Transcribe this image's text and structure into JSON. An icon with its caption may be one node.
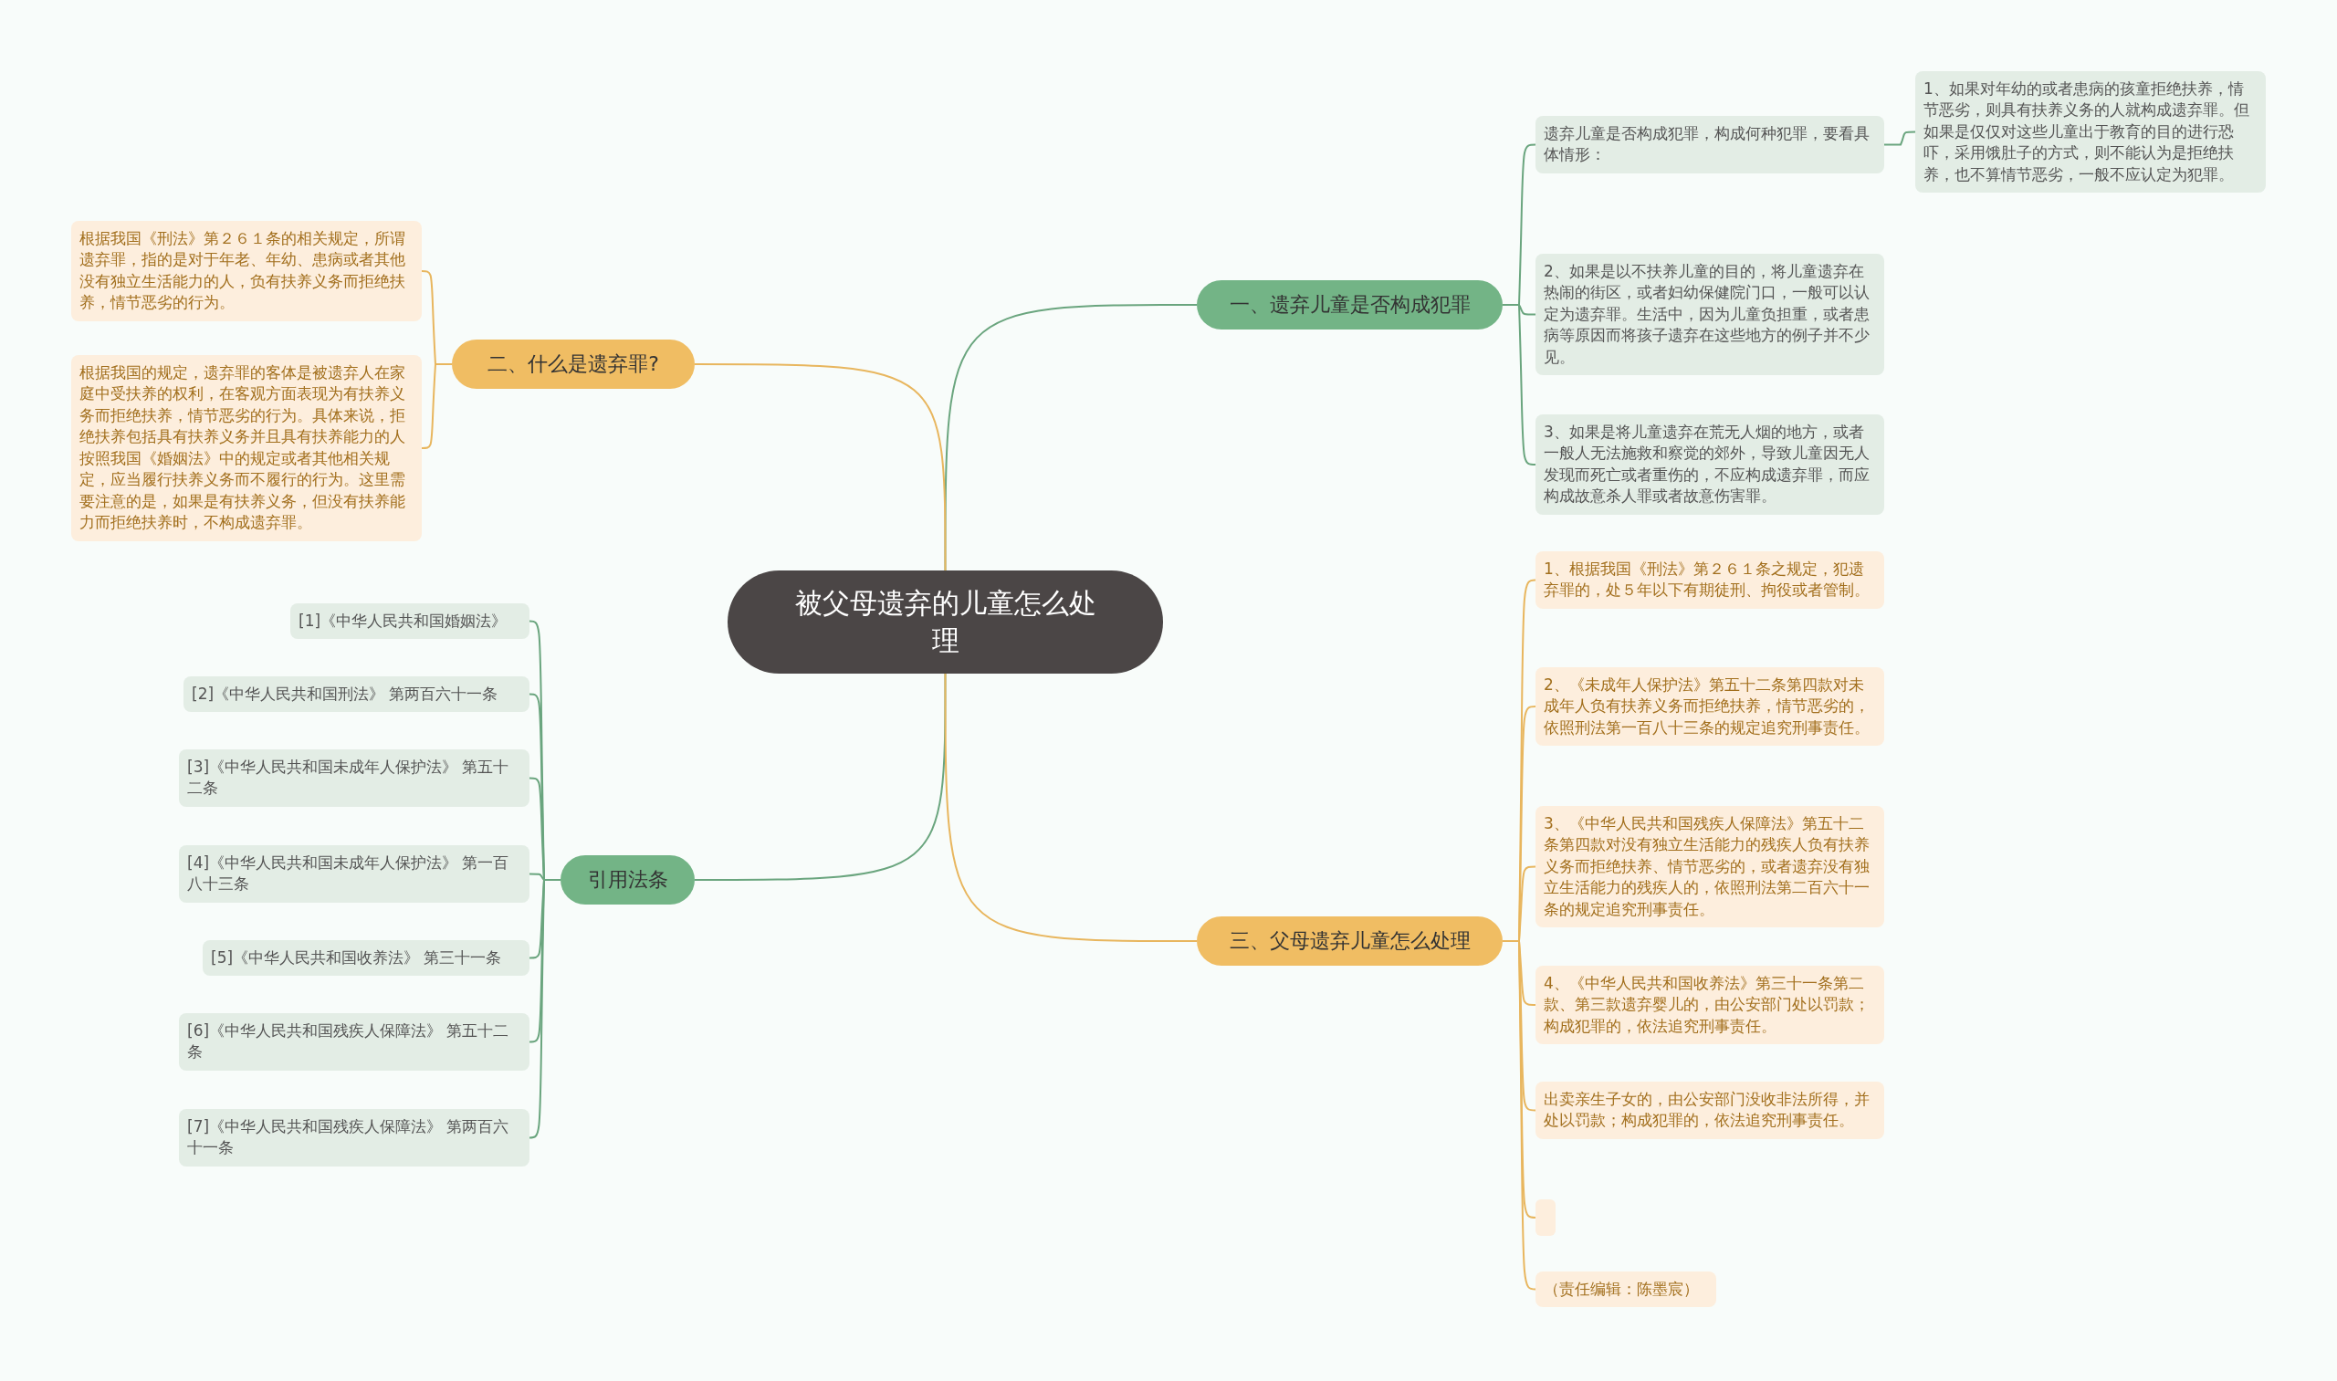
{
  "diagram": {
    "nodes": [
      {
        "text": [
          "被父母遗弃的儿童怎么处理"
        ]
      },
      {
        "text": [
          "一、遗弃儿童是否构成犯罪"
        ]
      },
      {
        "text": [
          "遗弃儿童是否构成犯罪，构成何种犯罪，要看具体情形："
        ]
      },
      {
        "text": [
          "1、如果对年幼的或者患病的孩童拒绝扶养，情节恶劣，则具有扶养义务的人就构成遗弃罪。但如果是仅仅对这些儿童出于教育的目的进行恐吓，采用饿肚子的方式，则不能认为是拒绝扶养，也不算情节恶劣，一般不应认定为犯罪。"
        ]
      },
      {
        "text": [
          "2、如果是以不扶养儿童的目的，将儿童遗弃在热闹的街区，或者妇幼保健院门口，一般可以认定为遗弃罪。生活中，因为儿童负担重，或者患病等原因而将孩子遗弃在这些地方的例子并不少见。"
        ]
      },
      {
        "text": [
          "3、如果是将儿童遗弃在荒无人烟的地方，或者一般人无法施救和察觉的郊外，导致儿童因无人发现而死亡或者重伤的，不应构成遗弃罪，而应构成故意杀人罪或者故意伤害罪。"
        ]
      },
      {
        "text": [
          "二、什么是遗弃罪?"
        ]
      },
      {
        "text": [
          "根据我国《刑法》第２６１条的相关规定，所谓遗弃罪，指的是对于年老、年幼、患病或者其他没有独立生活能力的人，负有扶养义务而拒绝扶养，情节恶劣的行为。"
        ]
      },
      {
        "text": [
          "根据我国的规定，遗弃罪的客体是被遗弃人在家庭中受扶养的权利，在客观方面表现为有扶养义务而拒绝扶养，情节恶劣的行为。具体来说，拒绝扶养包括具有扶养义务并且具有扶养能力的人按照我国《婚姻法》中的规定或者其他相关规定，应当履行扶养义务而不履行的行为。这里需要注意的是，如果是有扶养义务，但没有扶养能力而拒绝扶养时，不构成遗弃罪。"
        ]
      },
      {
        "text": [
          "引用法条"
        ]
      },
      {
        "text": [
          "[1]《中华人民共和国婚姻法》"
        ]
      },
      {
        "text": [
          "[2]《中华人民共和国刑法》 第两百六十一条"
        ]
      },
      {
        "text": [
          "[3]《中华人民共和国未成年人保护法》 第五十二条"
        ]
      },
      {
        "text": [
          "[4]《中华人民共和国未成年人保护法》 第一百八十三条"
        ]
      },
      {
        "text": [
          "[5]《中华人民共和国收养法》 第三十一条"
        ]
      },
      {
        "text": [
          "[6]《中华人民共和国残疾人保障法》 第五十二条"
        ]
      },
      {
        "text": [
          "[7]《中华人民共和国残疾人保障法》 第两百六十一条"
        ]
      },
      {
        "text": [
          "三、父母遗弃儿童怎么处理"
        ]
      },
      {
        "text": [
          "1、根据我国《刑法》第２６１条之规定，犯遗弃罪的，处５年以下有期徒刑、拘役或者管制。"
        ]
      },
      {
        "text": [
          "2、《未成年人保护法》第五十二条第四款对未成年人负有扶养义务而拒绝扶养，情节恶劣的，依照刑法第一百八十三条的规定追究刑事责任。"
        ]
      },
      {
        "text": [
          "3、《中华人民共和国残疾人保障法》第五十二条第四款对没有独立生活能力的残疾人负有扶养义务而拒绝扶养、情节恶劣的，或者遗弃没有独立生活能力的残疾人的，依照刑法第二百六十一条的规定追究刑事责任。"
        ]
      },
      {
        "text": [
          "4、《中华人民共和国收养法》第三十一条第二款、第三款遗弃婴儿的，由公安部门处以罚款；构成犯罪的，依法追究刑事责任。"
        ]
      },
      {
        "text": [
          "出卖亲生子女的，由公安部门没收非法所得，并处以罚款；构成犯罪的，依法追究刑事责任。"
        ]
      },
      {
        "text": [],
        "shape": "box"
      },
      {
        "text": [
          "（责任编辑：陈墨宸）"
        ]
      }
    ],
    "edges": [
      {
        "from": 0,
        "to": 1,
        "arrow": "none"
      },
      {
        "from": 1,
        "to": 2,
        "arrow": "none"
      },
      {
        "from": 2,
        "to": 3,
        "arrow": "none"
      },
      {
        "from": 1,
        "to": 4,
        "arrow": "none"
      },
      {
        "from": 1,
        "to": 5,
        "arrow": "none"
      },
      {
        "from": 0,
        "to": 6,
        "arrow": "none",
        "color": "#e8b65e"
      },
      {
        "from": 6,
        "to": 7,
        "arrow": "none",
        "color": "#e8b65e"
      },
      {
        "from": 6,
        "to": 8,
        "arrow": "none",
        "color": "#e8b65e"
      },
      {
        "from": 0,
        "to": 9,
        "arrow": "none"
      },
      {
        "from": 9,
        "to": 10,
        "arrow": "none"
      },
      {
        "from": 9,
        "to": 11,
        "arrow": "none"
      },
      {
        "from": 9,
        "to": 12,
        "arrow": "none"
      },
      {
        "from": 9,
        "to": 13,
        "arrow": "none"
      },
      {
        "from": 9,
        "to": 14,
        "arrow": "none"
      },
      {
        "from": 9,
        "to": 15,
        "arrow": "none"
      },
      {
        "from": 9,
        "to": 16,
        "arrow": "none"
      },
      {
        "from": 0,
        "to": 17,
        "arrow": "none",
        "color": "#e8b65e"
      },
      {
        "from": 17,
        "to": 18,
        "arrow": "none",
        "color": "#e8b65e"
      },
      {
        "from": 17,
        "to": 19,
        "arrow": "none",
        "color": "#e8b65e"
      },
      {
        "from": 17,
        "to": 20,
        "arrow": "none",
        "color": "#e8b65e"
      },
      {
        "from": 17,
        "to": 21,
        "arrow": "none",
        "color": "#e8b65e"
      },
      {
        "from": 17,
        "to": 22,
        "arrow": "none",
        "color": "#e8b65e"
      },
      {
        "from": 17,
        "to": 23,
        "arrow": "none",
        "color": "#e8b65e"
      },
      {
        "from": 17,
        "to": 24,
        "arrow": "none",
        "color": "#e8b65e"
      }
    ]
  }
}
